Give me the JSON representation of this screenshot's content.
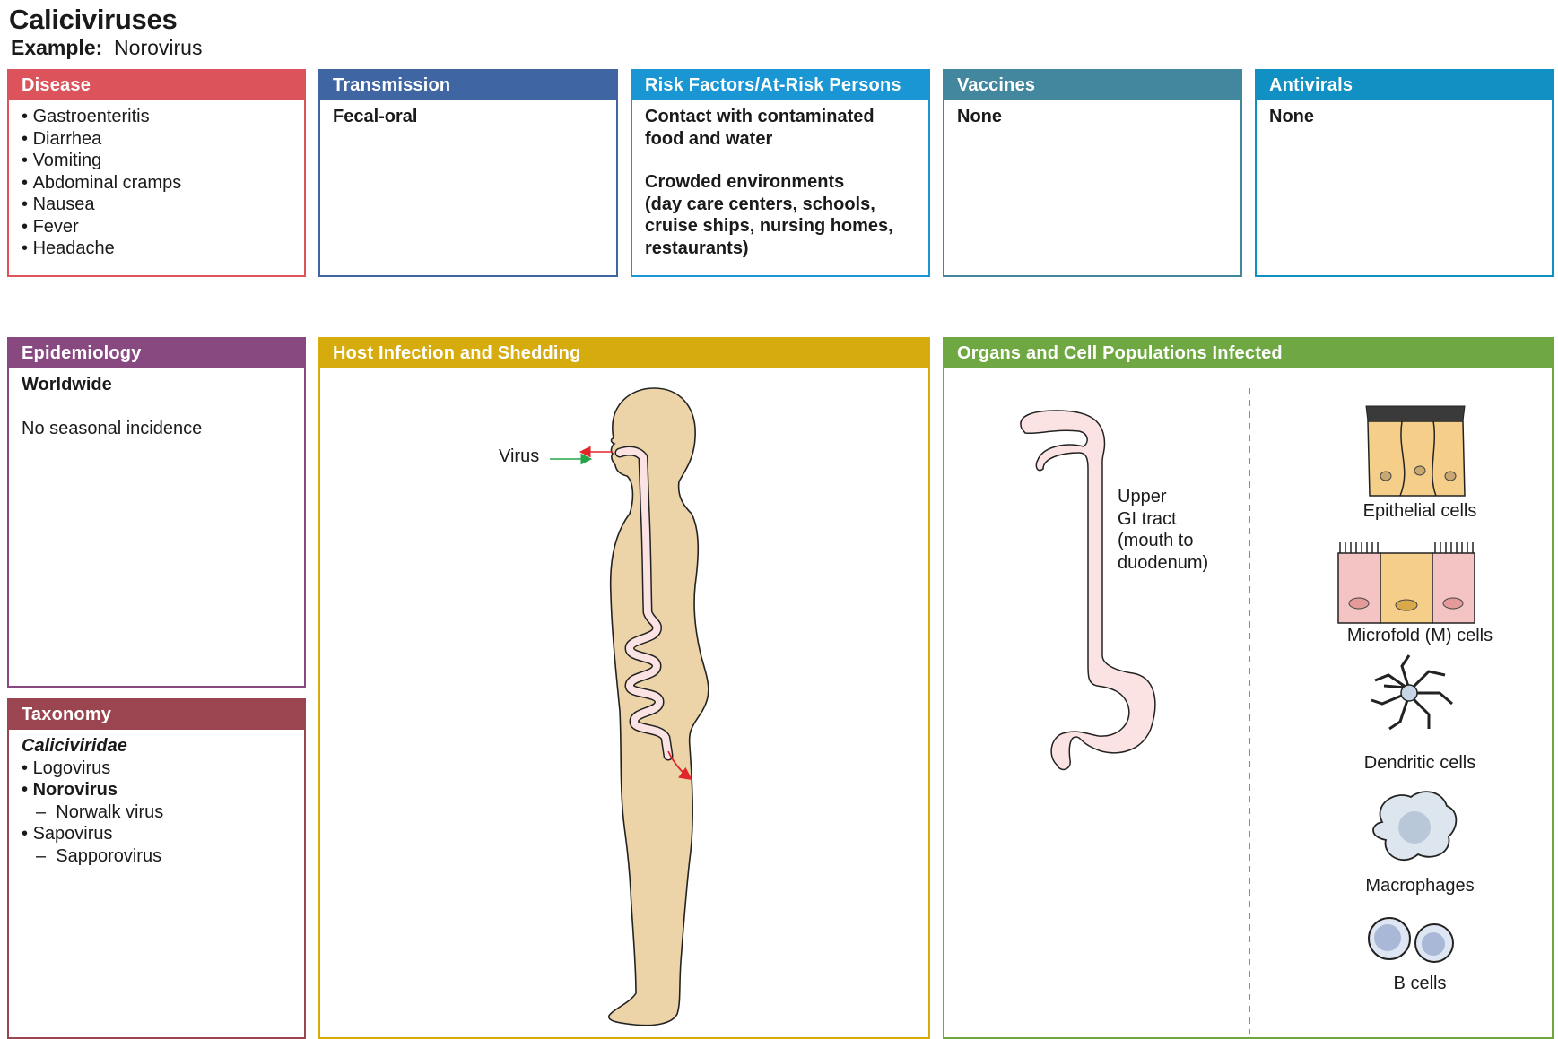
{
  "header": {
    "title": "Caliciviruses",
    "example_label": "Example:",
    "example_value": "Norovirus"
  },
  "colors": {
    "disease": "#dd535c",
    "transmission": "#3f66a3",
    "risk": "#1a96d4",
    "vaccines": "#43879f",
    "antivirals": "#1190c4",
    "epidemiology": "#87497f",
    "taxonomy": "#9a4550",
    "host": "#d6ab0d",
    "organs": "#6fa842",
    "body_fill": "#ecd4a8",
    "gi_fill": "#fbe3e3"
  },
  "disease": {
    "title": "Disease",
    "items": [
      "Gastroenteritis",
      "Diarrhea",
      "Vomiting",
      "Abdominal cramps",
      "Nausea",
      "Fever",
      "Headache"
    ]
  },
  "transmission": {
    "title": "Transmission",
    "value": "Fecal-oral"
  },
  "risk": {
    "title": "Risk Factors/At-Risk Persons",
    "line1": "Contact with contaminated",
    "line2": "food and water",
    "line3": "Crowded environments",
    "line4": "(day care centers, schools,",
    "line5": "cruise ships, nursing homes,",
    "line6": "restaurants)"
  },
  "vaccines": {
    "title": "Vaccines",
    "value": "None"
  },
  "antivirals": {
    "title": "Antivirals",
    "value": "None"
  },
  "epidemiology": {
    "title": "Epidemiology",
    "line1": "Worldwide",
    "line2": "No seasonal incidence"
  },
  "taxonomy": {
    "title": "Taxonomy",
    "family": "Caliciviridae",
    "g1": "Logovirus",
    "g2": "Norovirus",
    "g2_sub": "Norwalk virus",
    "g3": "Sapovirus",
    "g3_sub": "Sapporovirus"
  },
  "host": {
    "title": "Host Infection and Shedding",
    "virus_label": "Virus"
  },
  "organs": {
    "title": "Organs and Cell Populations Infected",
    "gi_l1": "Upper",
    "gi_l2": "GI tract",
    "gi_l3": "(mouth to",
    "gi_l4": "duodenum)",
    "cells": [
      "Epithelial cells",
      "Microfold (M) cells",
      "Dendritic cells",
      "Macrophages",
      "B cells"
    ]
  }
}
